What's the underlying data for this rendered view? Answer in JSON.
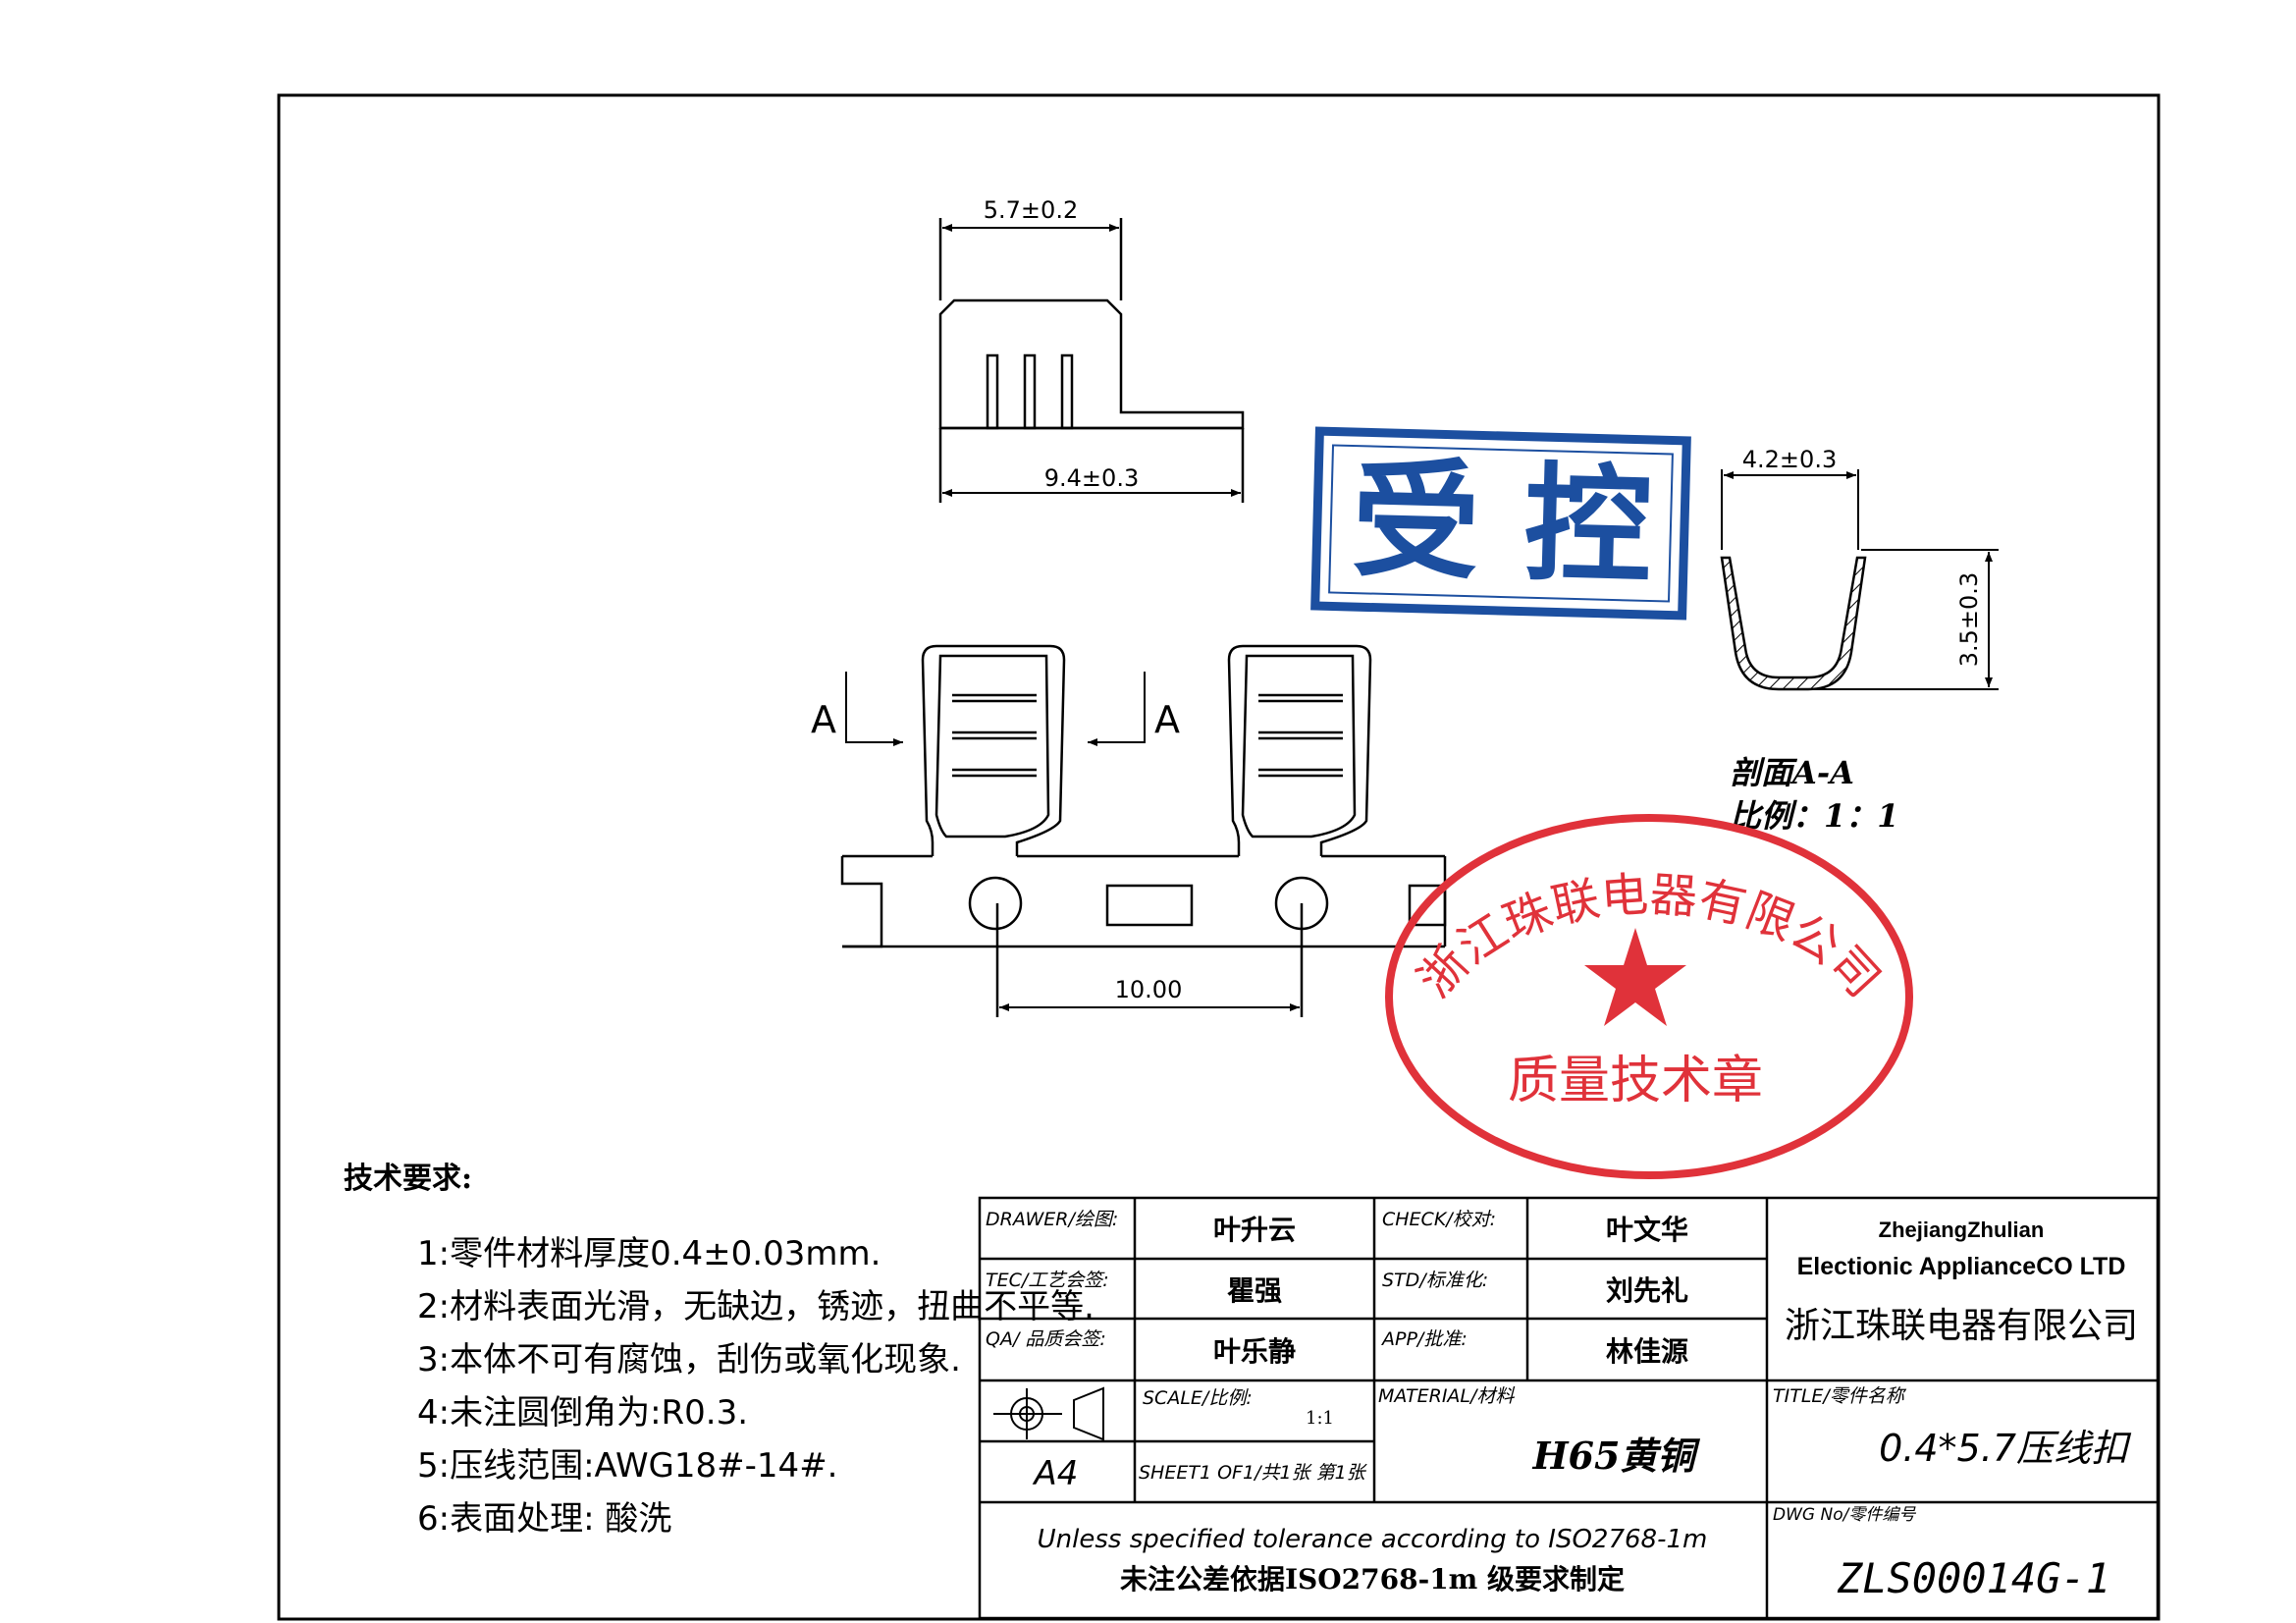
{
  "dimensions": {
    "top_width": "5.7±0.2",
    "total_length": "9.4±0.3",
    "pitch": "10.00",
    "section_width": "4.2±0.3",
    "section_height": "3.5±0.3"
  },
  "section_marks": {
    "left": "A",
    "right": "A"
  },
  "section_view": {
    "title": "剖面A-A",
    "scale": "比例：1：1"
  },
  "stamps": {
    "controlled": "受 控",
    "company_seal": "浙江珠联电器有限公司",
    "seal_bottom": "质量技术章"
  },
  "tech_notes": {
    "title": "技术要求:",
    "items": [
      "1:零件材料厚度0.4±0.03mm.",
      "2:材料表面光滑，无缺边，锈迹，扭曲不平等.",
      "3:本体不可有腐蚀，刮伤或氧化现象.",
      "4:未注圆倒角为:R0.3.",
      "5:压线范围:AWG18#-14#.",
      "6:表面处理: 酸洗"
    ]
  },
  "title_block": {
    "drawer_label": "DRAWER/绘图:",
    "drawer": "叶升云",
    "check_label": "CHECK/校对:",
    "check": "叶文华",
    "tec_label": "TEC/工艺会签:",
    "tec": "瞿强",
    "std_label": "STD/标准化:",
    "std": "刘先礼",
    "qa_label": "QA/ 品质会签:",
    "qa": "叶乐静",
    "app_label": "APP/批准:",
    "app": "林佳源",
    "company_en_1": "ZhejiangZhulian",
    "company_en_2": "Electionic ApplianceCO LTD",
    "company_cn": "浙江珠联电器有限公司",
    "scale_label": "SCALE/比例:",
    "scale": "1:1",
    "material_label": "MATERIAL/材料",
    "material": "H65黄铜",
    "title_label": "TITLE/零件名称",
    "title": "0.4*5.7压线扣",
    "paper": "A4",
    "sheet": "SHEET1 OF1/共1张 第1张",
    "tolerance_en": "Unless specified tolerance according to ISO2768-1m",
    "tolerance_cn": "未注公差依据ISO2768-1m 级要求制定",
    "dwg_label": "DWG No/零件编号",
    "dwg_no": "ZLS00014G-1"
  },
  "colors": {
    "line": "#000000",
    "stamp_blue": "#1c4fa0",
    "seal_red": "#e0323a"
  }
}
